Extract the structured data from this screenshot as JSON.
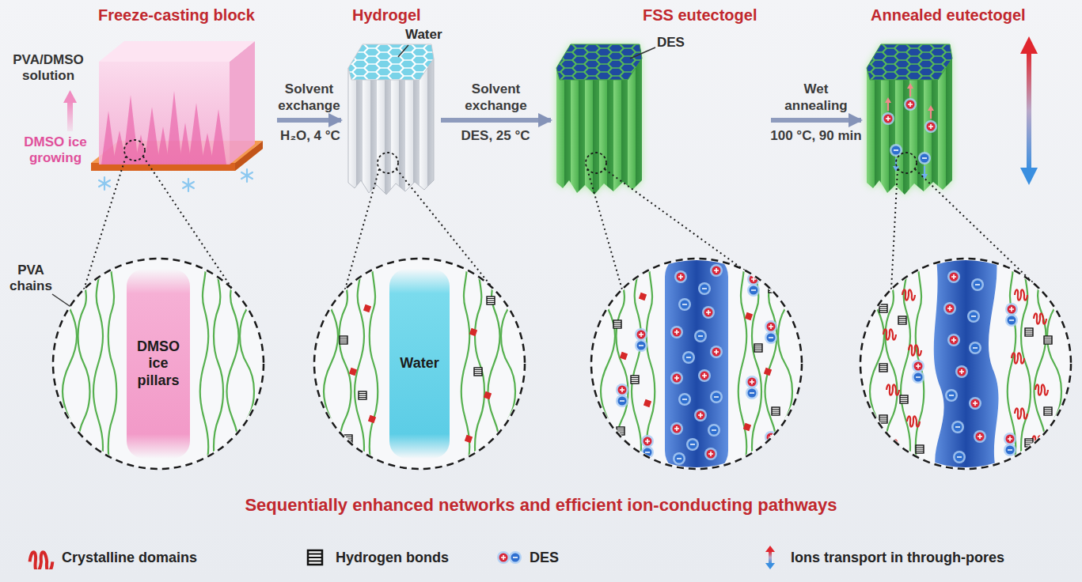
{
  "diagram": {
    "caption": "Sequentially enhanced networks and efficient ion-conducting pathways",
    "nodes": [
      {
        "text": [
          "Freeze-casting block"
        ]
      },
      {
        "text": [
          "Hydrogel"
        ]
      },
      {
        "text": [
          "FSS eutectogel"
        ]
      },
      {
        "text": [
          "Annealed eutectogel"
        ]
      },
      {
        "text": [
          "DMSO ice pillars"
        ]
      },
      {
        "text": [
          "Water"
        ]
      }
    ],
    "edges": [
      {
        "from": 0,
        "to": 1,
        "label": "Solvent exchange",
        "arrow": "to"
      },
      {
        "from": 1,
        "to": 2,
        "label": "Solvent exchange",
        "arrow": "to"
      },
      {
        "from": 2,
        "to": 3,
        "label": "Wet annealing",
        "arrow": "to"
      }
    ],
    "labels": [
      "PVA/DMSO solution",
      "DMSO ice growing",
      "Water",
      "H₂O, 4 °C",
      "DES",
      "DES, 25 °C",
      "100 °C, 90 min",
      "PVA chains"
    ],
    "legend": [
      {
        "text": "Crystalline domains"
      },
      {
        "text": "Hydrogen bonds"
      },
      {
        "text": "DES"
      },
      {
        "text": "Ions transport in through-pores"
      }
    ]
  }
}
